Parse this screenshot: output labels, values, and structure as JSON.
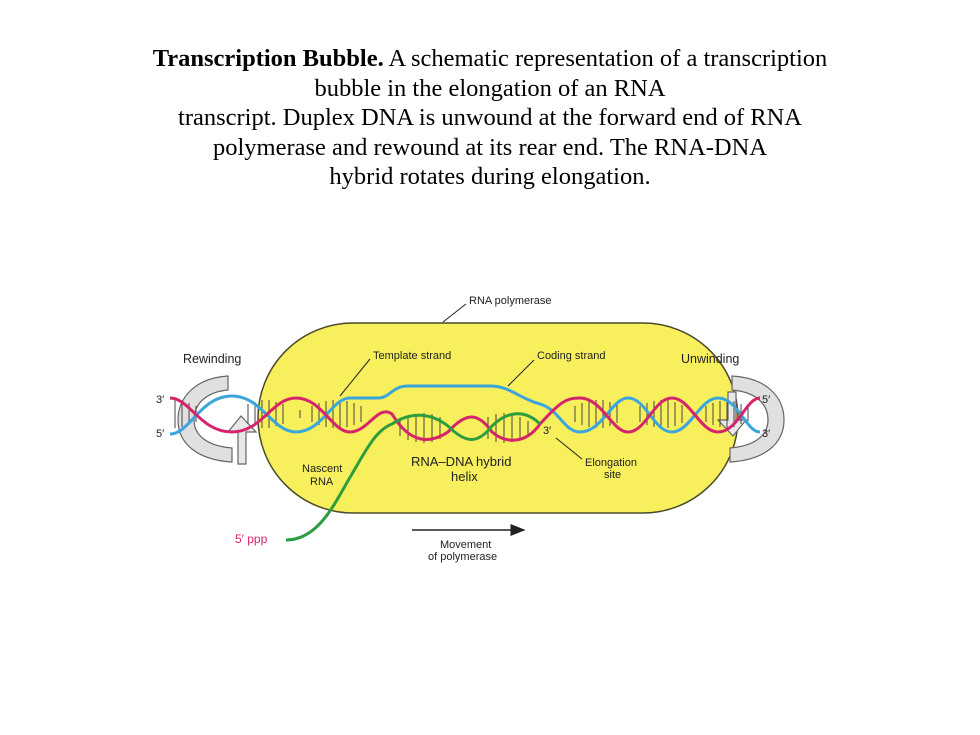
{
  "caption": {
    "title": "Transcription Bubble.",
    "line1_rest": " A schematic representation of a transcription",
    "line2": "bubble in the elongation of an RNA",
    "line3": "transcript. Duplex DNA is unwound at the forward end of RNA",
    "line4": "polymerase and rewound at its rear end. The RNA-DNA",
    "line5": "hybrid rotates during elongation."
  },
  "diagram": {
    "labels": {
      "rna_polymerase": "RNA polymerase",
      "rewinding": "Rewinding",
      "unwinding": "Unwinding",
      "template_strand": "Template strand",
      "coding_strand": "Coding strand",
      "left_top_end": "3′",
      "left_bottom_end": "5′",
      "right_top_end": "5′",
      "right_bottom_end": "3′",
      "elongation_3prime": "3′",
      "nascent_rna_1": "Nascent",
      "nascent_rna_2": "RNA",
      "hybrid_1": "RNA–DNA hybrid",
      "hybrid_2": "helix",
      "elongation_site_1": "Elongation",
      "elongation_site_2": "site",
      "five_ppp": "5′ ppp",
      "movement_1": "Movement",
      "movement_2": "of polymerase"
    },
    "colors": {
      "polymerase_fill": "#f7ef5c",
      "polymerase_stroke": "#4a4a2a",
      "template_strand": "#d6246c",
      "coding_strand": "#3aa6dc",
      "rna": "#2e9d3e",
      "arrow_fill": "#e0e0e0",
      "text_pink": "#d6246c"
    }
  }
}
